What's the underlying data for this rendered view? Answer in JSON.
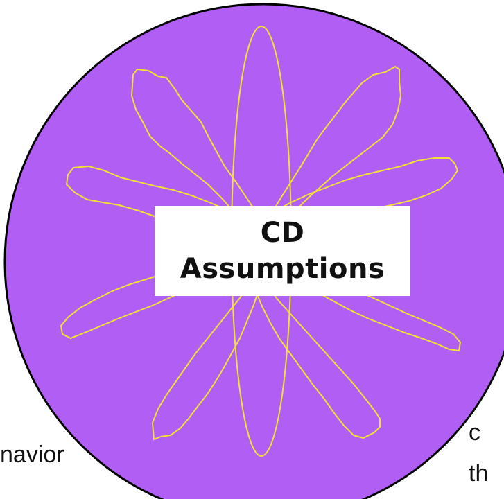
{
  "title_lines": [
    "CD",
    "Assumptions"
  ],
  "side_text": {
    "left": "navior",
    "right_line1": "c",
    "right_line2": "th"
  },
  "colors": {
    "circle_fill": "#b15ef5",
    "circle_stroke": "#000000",
    "petal_stroke": "#f2e233",
    "box_fill": "#ffffff",
    "text": "#111111"
  }
}
